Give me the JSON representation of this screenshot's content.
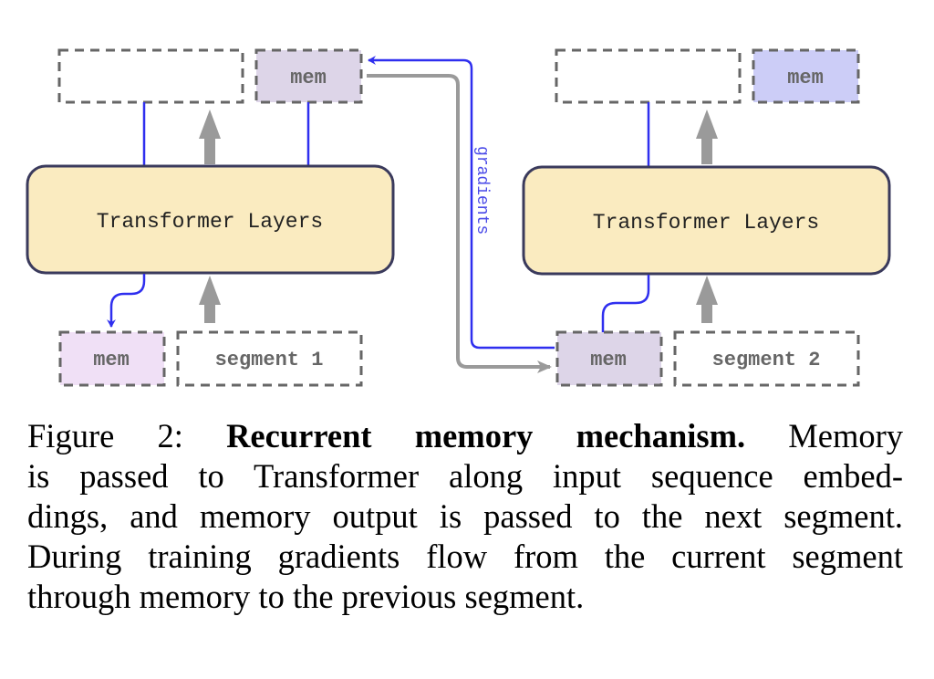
{
  "figure": {
    "left_block": {
      "transformer_label": "Transformer Layers",
      "output_box_label": "",
      "output_mem_label": "mem",
      "input_mem_label": "mem",
      "input_segment_label": "segment 1"
    },
    "right_block": {
      "transformer_label": "Transformer Layers",
      "output_box_label": "",
      "output_mem_label": "mem",
      "input_mem_label": "mem",
      "input_segment_label": "segment 2"
    },
    "gradients_label": "gradients",
    "colors": {
      "transformer_fill": "#faebc0",
      "transformer_stroke": "#3a3a5c",
      "left_output_mem_fill": "#ddd5e8",
      "left_input_mem_fill": "#f0e0f6",
      "right_input_mem_fill": "#ddd5e8",
      "right_output_mem_fill": "#cccdf7",
      "dash_stroke": "#666666",
      "blue": "#2f2fef",
      "gray_arrow": "#9a9a9a"
    }
  },
  "caption": {
    "prefix": "Figure 2: ",
    "title": "Recurrent memory mechanism.",
    "lines": [
      " Memory",
      "is passed to Transformer along input sequence embed-",
      "dings, and memory output is passed to the next segment.",
      "During training gradients flow from the current segment",
      "through memory to the previous segment."
    ]
  }
}
